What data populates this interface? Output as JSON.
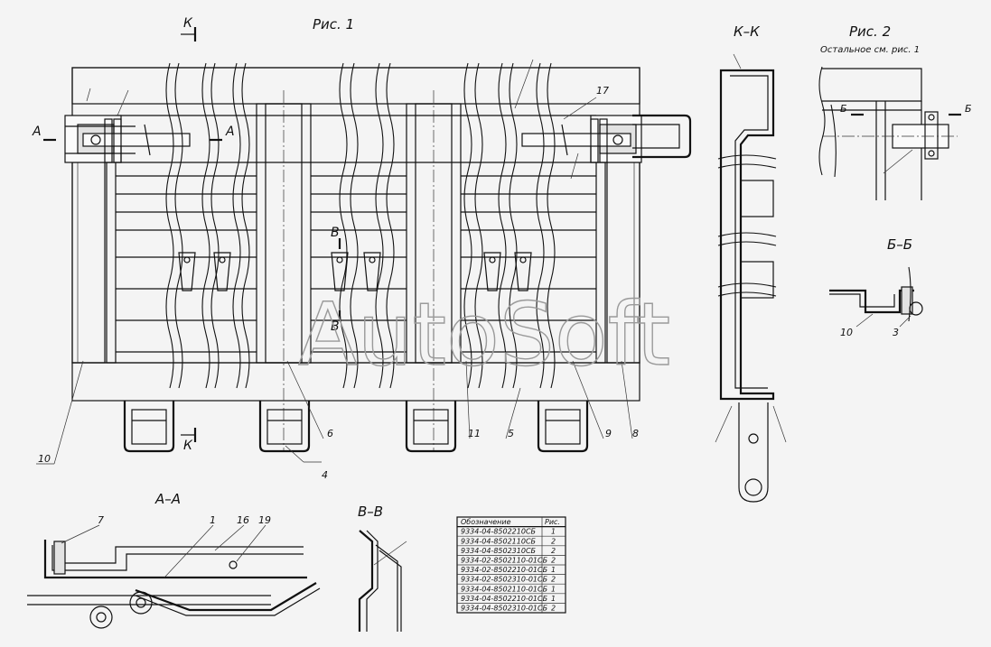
{
  "figures": {
    "fig1_title": "Рис. 1",
    "fig2_title": "Рис. 2",
    "fig2_note": "Остальное см. рис. 1"
  },
  "sections": {
    "k_top": "К",
    "k_bottom": "К",
    "a_left": "А",
    "a_right": "А",
    "v_top": "В",
    "v_bottom": "В",
    "b_left": "Б",
    "b_right": "Б",
    "kk_title": "К–К",
    "aa_title": "А–А",
    "vv_title": "В–В",
    "bb_title": "Б–Б"
  },
  "callouts": {
    "n1": "1",
    "n3": "3",
    "n4": "4",
    "n5": "5",
    "n6": "6",
    "n7": "7",
    "n8": "8",
    "n9": "9",
    "n10": "10",
    "n10b": "10",
    "n11": "11",
    "n16": "16",
    "n17": "17",
    "n19": "19"
  },
  "watermark": "AutoSoft",
  "parts_table": {
    "headers": [
      "Обозначение",
      "Рис."
    ],
    "rows": [
      [
        "9334-04-8502210СБ",
        "1"
      ],
      [
        "9334-04-8502110СБ",
        "2"
      ],
      [
        "9334-04-8502310СБ",
        "2"
      ],
      [
        "9334-02-8502110-01СБ",
        "2"
      ],
      [
        "9334-02-8502210-01СБ",
        "1"
      ],
      [
        "9334-02-8502310-01СБ",
        "2"
      ],
      [
        "9334-04-8502110-01СБ",
        "1"
      ],
      [
        "9334-04-8502210-01СБ",
        "1"
      ],
      [
        "9334-04-8502310-01СБ",
        "2"
      ]
    ]
  }
}
